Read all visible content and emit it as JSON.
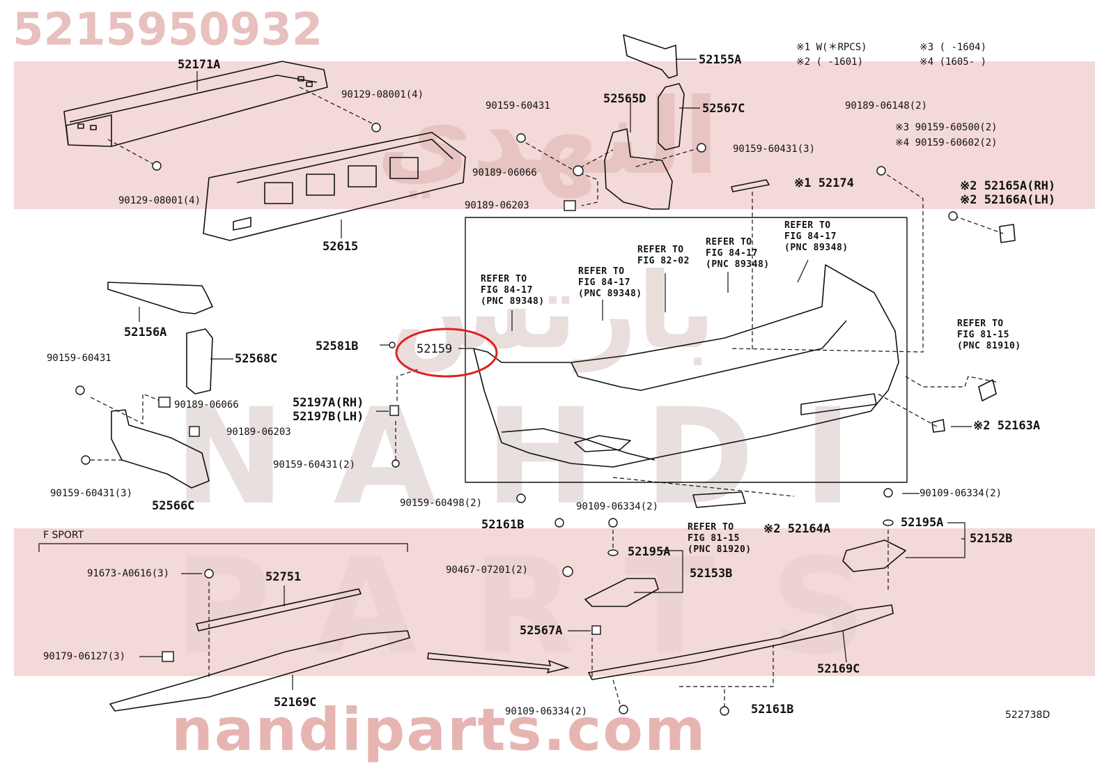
{
  "header": {
    "part_number_overlay": "5215950932",
    "illustration_number": "522738D"
  },
  "watermark": {
    "arabic_top": "النهدي",
    "arabic_middle": "بارتس",
    "latin_middle": "NAHDI",
    "latin_lower": "PARTS",
    "bottom": "nandiparts.com"
  },
  "notes": {
    "n1": "※1 W(＊RPCS)",
    "n2": "※2 (      -1601)",
    "n3": "※3 (      -1604)",
    "n4": "※4 (1605-      )"
  },
  "labels": {
    "p52171A": "52171A",
    "p90129_08001_a": "90129-08001(4)",
    "p90129_08001_b": "90129-08001(4)",
    "p52615": "52615",
    "p52155A": "52155A",
    "p52565D": "52565D",
    "p52567C": "52567C",
    "p90159_60431_top": "90159-60431",
    "p90159_60431_3_top": "90159-60431(3)",
    "p90189_06066_top": "90189-06066",
    "p90189_06203_top": "90189-06203",
    "p52174": "※1 52174",
    "p90189_06148": "90189-06148(2)",
    "p90159_60500": "※3  90159-60500(2)",
    "p90159_60602": "※4  90159-60602(2)",
    "p52165A": "※2 52165A(RH)",
    "p52166A": "※2 52166A(LH)",
    "p52156A": "52156A",
    "p52568C": "52568C",
    "p90159_60431_left": "90159-60431",
    "p90189_06066_left": "90189-06066",
    "p90189_06203_left": "90189-06203",
    "p90159_60431_3_left": "90159-60431(3)",
    "p52566C": "52566C",
    "p52581B": "52581B",
    "p52159": "52159",
    "p52197A": "52197A(RH)",
    "p52197B": "52197B(LH)",
    "p90159_60431_2": "90159-60431(2)",
    "p90159_60498": "90159-60498(2)",
    "p52161B_mid": "52161B",
    "p90109_06334_mid": "90109-06334(2)",
    "p52195A_mid": "52195A",
    "p52153B": "52153B",
    "p90467_07201": "90467-07201(2)",
    "p52164A": "※2 52164A",
    "p52163A": "※2  52163A",
    "p90109_06334_right": "90109-06334(2)",
    "p52195A_right": "52195A",
    "p52152B": "52152B",
    "f_sport": "F SPORT",
    "p91673": "91673-A0616(3)",
    "p52751": "52751",
    "p90179": "90179-06127(3)",
    "p52169C_left": "52169C",
    "p52567A": "52567A",
    "p52169C_right": "52169C",
    "p90109_06334_bottom": "90109-06334(2)",
    "p52161B_bottom": "52161B"
  },
  "refs": {
    "r1": [
      "REFER TO",
      "FIG 84-17",
      "(PNC 89348)"
    ],
    "r2": [
      "REFER TO",
      "FIG 84-17",
      "(PNC 89348)"
    ],
    "r3": [
      "REFER TO",
      "FIG 82-02"
    ],
    "r4": [
      "REFER TO",
      "FIG 84-17",
      "(PNC 89348)"
    ],
    "r5": [
      "REFER TO",
      "FIG 84-17",
      "(PNC 89348)"
    ],
    "r6": [
      "REFER TO",
      "FIG 81-15",
      "(PNC 81910)"
    ],
    "r7": [
      "REFER TO",
      "FIG 81-15",
      "(PNC 81920)"
    ]
  },
  "colors": {
    "highlight_circle": "#e02020",
    "watermark_band": "#f3d9d7",
    "line": "#111111"
  }
}
